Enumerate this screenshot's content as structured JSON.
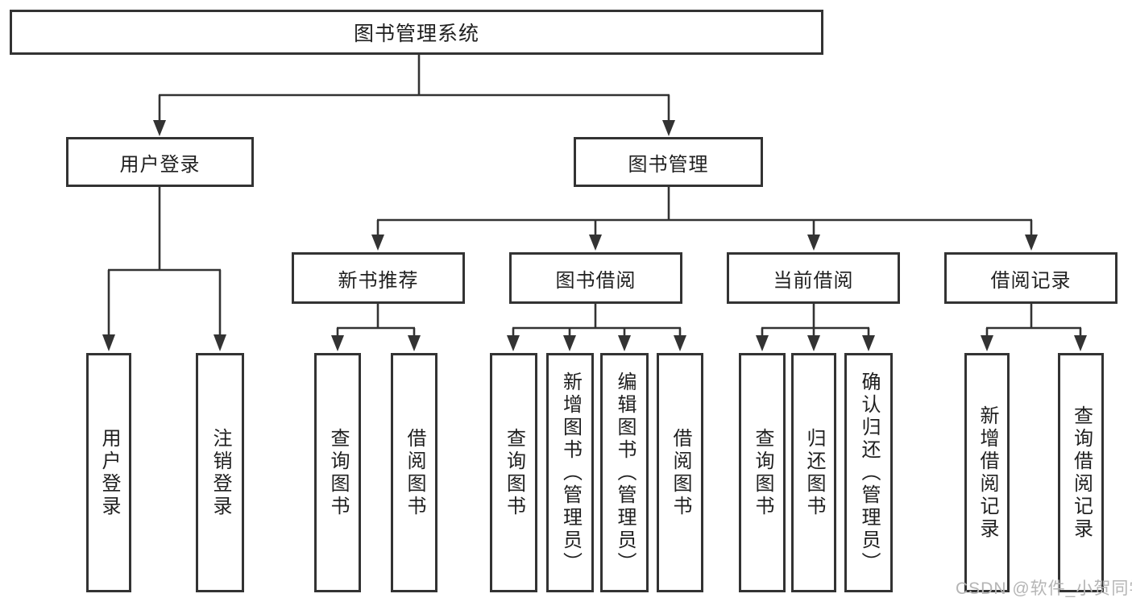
{
  "colors": {
    "line": "#333333",
    "text": "#1f1f1f",
    "node_background": "#ffffff",
    "watermark": "#b5b5b5"
  },
  "watermark": {
    "text": "CSDN @软件_小贺同学"
  },
  "tree": {
    "label": "图书管理系统",
    "children": [
      {
        "label": "用户登录",
        "children": [
          {
            "label": "用户登录"
          },
          {
            "label": "注销登录"
          }
        ]
      },
      {
        "label": "图书管理",
        "children": [
          {
            "label": "新书推荐",
            "children": [
              {
                "label": "查询图书"
              },
              {
                "label": "借阅图书"
              }
            ]
          },
          {
            "label": "图书借阅",
            "children": [
              {
                "label": "查询图书"
              },
              {
                "label": "新增图书（管理员）"
              },
              {
                "label": "编辑图书（管理员）"
              },
              {
                "label": "借阅图书"
              }
            ]
          },
          {
            "label": "当前借阅",
            "children": [
              {
                "label": "查询图书"
              },
              {
                "label": "归还图书"
              },
              {
                "label": "确认归还（管理员）"
              }
            ]
          },
          {
            "label": "借阅记录",
            "children": [
              {
                "label": "新增借阅记录"
              },
              {
                "label": "查询借阅记录"
              }
            ]
          }
        ]
      }
    ]
  }
}
